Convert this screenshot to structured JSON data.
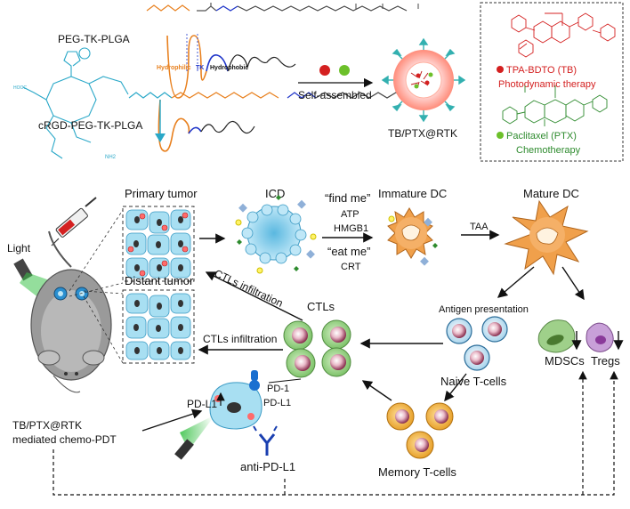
{
  "polymers": {
    "peg_tk_plga": "PEG-TK-PLGA",
    "hydrophilic": "Hydrophilic",
    "tk": "TK",
    "hydrophobic": "Hydrophobic",
    "crgd": "cRGD-PEG-TK-PLGA",
    "cooh": "HOOC",
    "nh2": "NH2"
  },
  "assembly": {
    "self_assembled": "Self-assembled",
    "nanoparticle": "TB/PTX@RTK"
  },
  "legend": {
    "tb_name": "TPA-BDTO (TB)",
    "tb_therapy": "Photodynamic therapy",
    "ptx_name": "Paclitaxel (PTX)",
    "ptx_therapy": "Chemotherapy"
  },
  "flow": {
    "light": "Light",
    "primary_tumor": "Primary tumor",
    "distant_tumor": "Distant tumor",
    "icd": "ICD",
    "find_me": "“find me”",
    "atp": "ATP",
    "hmgb1": "HMGB1",
    "eat_me": "“eat me”",
    "crt": "CRT",
    "immature_dc": "Immature DC",
    "taa": "TAA",
    "mature_dc": "Mature DC",
    "antigen_presentation": "Antigen presentation",
    "ctls_infiltration_1": "CTLs infiltration",
    "ctls_infiltration_2": "CTLs infiltration",
    "ctls": "CTLs",
    "naive_t": "Naive T-cells",
    "memory_t": "Memory T-cells",
    "mdscs": "MDSCs",
    "tregs": "Tregs",
    "pd1": "PD-1",
    "pdl1_a": "PD-L1",
    "pdl1_b": "PD-L1",
    "anti_pdl1": "anti-PD-L1",
    "mediated_1": "TB/PTX@RTK",
    "mediated_2": "mediated chemo-PDT"
  },
  "colors": {
    "hydrophilic": "#e8801e",
    "tk": "#1f35c9",
    "crgd": "#2aa8c8",
    "tb": "#d42020",
    "ptx": "#2e8b2e",
    "tumor_cell": "#a8dff2",
    "dc": "#f0a04b",
    "t_cell": "#b8ddef"
  }
}
